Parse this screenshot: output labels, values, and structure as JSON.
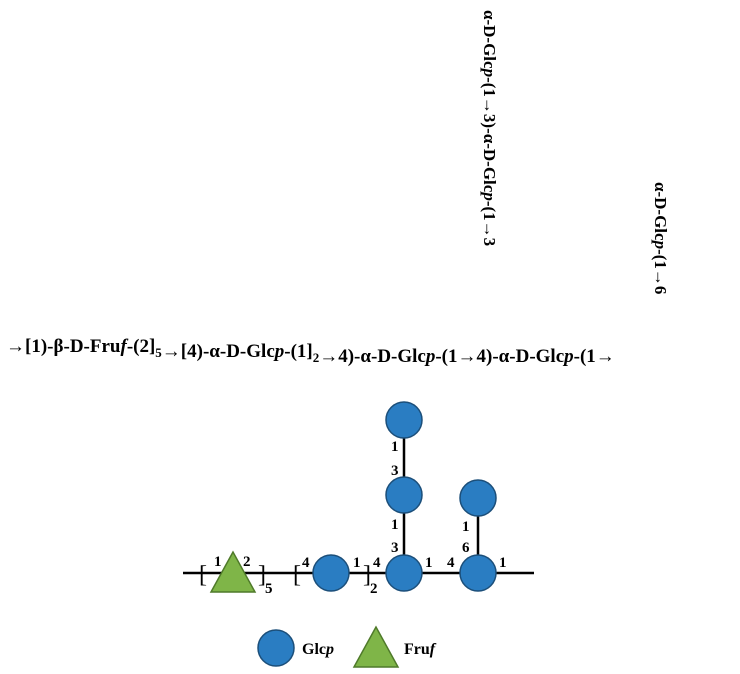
{
  "formula": {
    "main_chain": [
      {
        "t": "→[1)-β-D-Fru"
      },
      {
        "t": "f",
        "it": true
      },
      {
        "t": "-(2]"
      },
      {
        "t": "5",
        "sub": true
      },
      {
        "t": "→[4)-α-D-Glc"
      },
      {
        "t": "p",
        "it": true
      },
      {
        "t": "-(1]"
      },
      {
        "t": "2",
        "sub": true
      },
      {
        "t": "→4)-α-D-Glc"
      },
      {
        "t": "p",
        "it": true
      },
      {
        "t": "-(1→4)-α-D-Glc"
      },
      {
        "t": "p",
        "it": true
      },
      {
        "t": "-(1→"
      }
    ],
    "branch_long": [
      {
        "t": "α-D-Glc"
      },
      {
        "t": "p",
        "it": true
      },
      {
        "t": "-(1→3)-α-D-Glc"
      },
      {
        "t": "p",
        "it": true
      },
      {
        "t": "-(1→3"
      }
    ],
    "branch_short": [
      {
        "t": "α-D-Glc"
      },
      {
        "t": "p",
        "it": true
      },
      {
        "t": "-(1→6"
      }
    ]
  },
  "symbol_diagram": {
    "colors": {
      "glc": "#2a7dc2",
      "glc_stroke": "#1c4f7a",
      "fru": "#7fb548",
      "fru_stroke": "#4f7a2a"
    },
    "links": {
      "fru_left": "1",
      "fru_right": "2",
      "repeat_fru": "5",
      "glc1_left": "4",
      "glc1_right": "1",
      "repeat_glc": "2",
      "core_left": "4",
      "core_right": "1",
      "core_up": "3",
      "mid_down": "1",
      "mid_up": "3",
      "top_down": "1",
      "glc_r_left": "4",
      "glc_r_right": "1",
      "glc_r_up": "6",
      "side_down": "1"
    }
  },
  "legend": {
    "glc_label_a": "Glc",
    "glc_label_b": "p",
    "fru_label_a": "Fru",
    "fru_label_b": "f"
  }
}
